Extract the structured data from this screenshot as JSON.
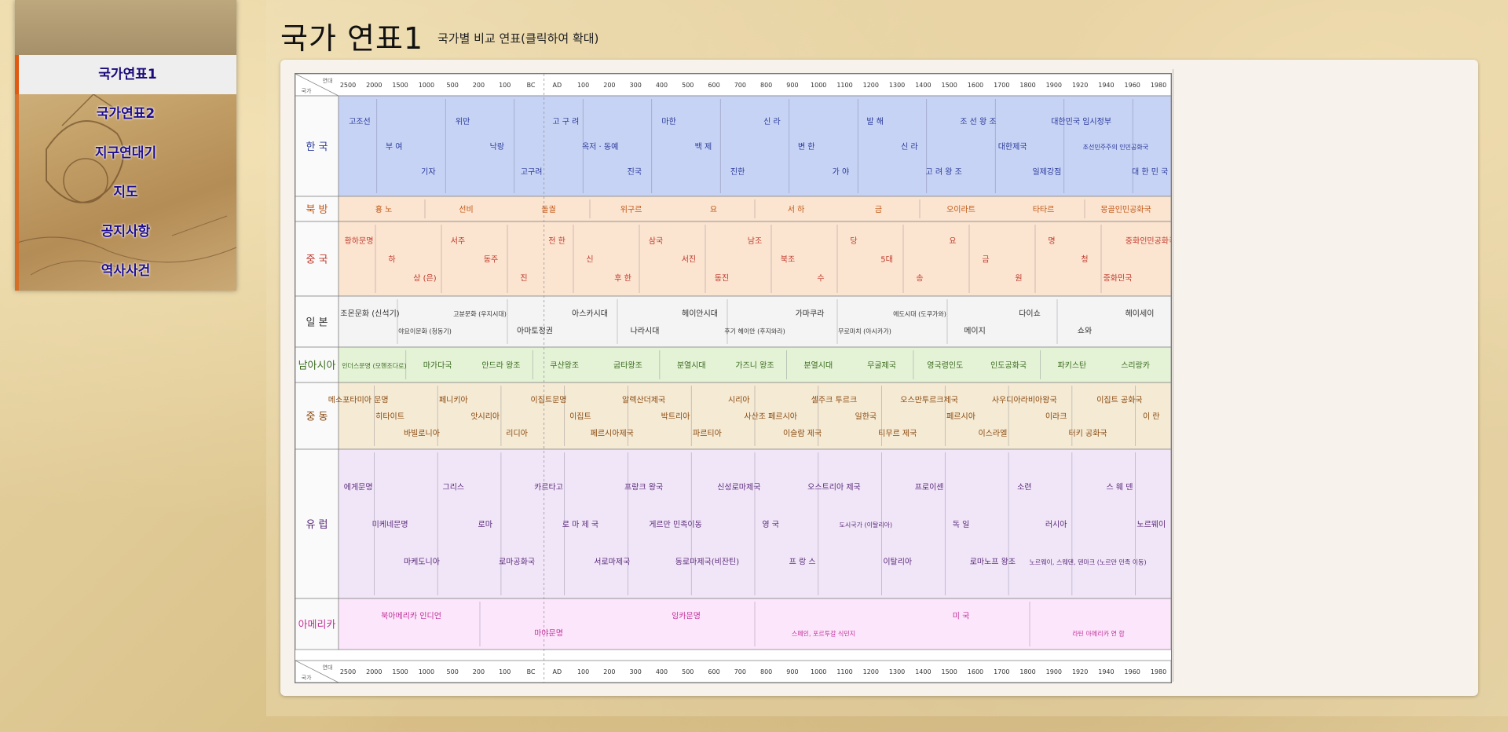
{
  "sidebar": {
    "items": [
      {
        "label": "국가연표1",
        "active": true
      },
      {
        "label": "국가연표2",
        "active": false
      },
      {
        "label": "지구연대기",
        "active": false
      },
      {
        "label": "지도",
        "active": false
      },
      {
        "label": "공지사항",
        "active": false
      },
      {
        "label": "역사사건",
        "active": false
      }
    ],
    "accent_color": "#e05a12"
  },
  "page": {
    "title": "국가 연표1",
    "subtitle": "국가별 비교 연표(클릭하여 확대)"
  },
  "timeline": {
    "axis_years": [
      "2500",
      "2000",
      "1500",
      "1000",
      "500",
      "200",
      "100",
      "BC",
      "AD",
      "100",
      "200",
      "300",
      "400",
      "500",
      "600",
      "700",
      "800",
      "900",
      "1000",
      "1100",
      "1200",
      "1300",
      "1400",
      "1500",
      "1600",
      "1700",
      "1800",
      "1900",
      "1920",
      "1940",
      "1960",
      "1980"
    ],
    "corner_top": "연대",
    "corner_bottom": "국가",
    "rows": [
      {
        "region": "한 국",
        "color": "#c7d3f5",
        "label_color": "#2a3a9a",
        "labels": [
          "고조선",
          "부 여",
          "기자",
          "위만",
          "낙랑",
          "고구려",
          "고 구 려",
          "옥저 · 동예",
          "진국",
          "마한",
          "백 제",
          "진한",
          "신 라",
          "변 한",
          "가 야",
          "발 해",
          "신 라",
          "고 려 왕 조",
          "조 선 왕 조",
          "대한제국",
          "일제강점",
          "대한민국 임시정부",
          "조선민주주의 인민공화국",
          "대 한 민 국"
        ]
      },
      {
        "region": "북 방",
        "color": "#fbe4d0",
        "label_color": "#c25a18",
        "labels": [
          "흉 노",
          "선비",
          "돌궐",
          "위구르",
          "요",
          "서 하",
          "금",
          "오이라트",
          "타타르",
          "몽골인민공화국"
        ]
      },
      {
        "region": "중 국",
        "color": "#fbe4d0",
        "label_color": "#c0392b",
        "labels": [
          "황하문명",
          "하",
          "상 (은)",
          "서주",
          "동주",
          "진",
          "전 한",
          "신",
          "후 한",
          "삼국",
          "서진",
          "동진",
          "남조",
          "북조",
          "수",
          "당",
          "5대",
          "송",
          "요",
          "금",
          "원",
          "명",
          "청",
          "중화민국",
          "중화인민공화국"
        ]
      },
      {
        "region": "일 본",
        "color": "#f4f4f4",
        "label_color": "#333",
        "labels": [
          "조몬문화 (신석기)",
          "야요이문화 (청동기)",
          "고분문화 (우지시대)",
          "아마토정권",
          "아스카시대",
          "나라시대",
          "헤이안시대",
          "후기 헤이안 (후지와라)",
          "가마쿠라",
          "무로마치 (아시카가)",
          "에도시대 (도쿠가와)",
          "메이지",
          "다이쇼",
          "쇼와",
          "헤이세이"
        ]
      },
      {
        "region": "남아시아",
        "color": "#e4f3d6",
        "label_color": "#3a6a1f",
        "labels": [
          "인더스문명 (모헨조다로)",
          "마가다국",
          "안드라 왕조",
          "쿠샨왕조",
          "굽타왕조",
          "분열시대",
          "가즈니 왕조",
          "분열시대",
          "무굴제국",
          "영국령인도",
          "인도공화국",
          "파키스탄",
          "스리랑카"
        ]
      },
      {
        "region": "중 동",
        "color": "#f5ead4",
        "label_color": "#8a4a10",
        "labels": [
          "메소포타미아 문명",
          "히타이트",
          "바빌로니아",
          "페니키아",
          "앗시리아",
          "리디아",
          "이집트문명",
          "이집트",
          "페르시아제국",
          "알렉산더제국",
          "박트리아",
          "파르티아",
          "시리아",
          "사산조 페르시아",
          "이슬람 제국",
          "셀주크 투르크",
          "일한국",
          "티무르 제국",
          "오스만투르크제국",
          "페르시아",
          "이스라엘",
          "사우디아라비아왕국",
          "이라크",
          "터키 공화국",
          "이집트 공화국",
          "이 란"
        ]
      },
      {
        "region": "유 럽",
        "color": "#f1e6f8",
        "label_color": "#5a2a7a",
        "labels": [
          "에게문명",
          "미케네문명",
          "마케도니아",
          "그리스",
          "로마",
          "로마공화국",
          "카르타고",
          "로 마 제 국",
          "서로마제국",
          "프랑크 왕국",
          "게르만 민족이동",
          "동로마제국(비잔틴)",
          "신성로마제국",
          "영 국",
          "프 랑 스",
          "오스트리아 제국",
          "도시국가 (이탈리아)",
          "이탈리아",
          "프로이센",
          "독 일",
          "로마노프 왕조",
          "소련",
          "러시아",
          "노르웨이, 스웨덴, 덴마크 (노르만 민족 이동)",
          "스 웨 덴",
          "노르웨이"
        ]
      },
      {
        "region": "아메리카",
        "color": "#fce6fb",
        "label_color": "#c0309a",
        "labels": [
          "북아메리카 인디언",
          "마야문명",
          "잉카문명",
          "스페인, 포르투갈 식민지",
          "미 국",
          "라틴 아메리카 연 합"
        ]
      }
    ]
  }
}
